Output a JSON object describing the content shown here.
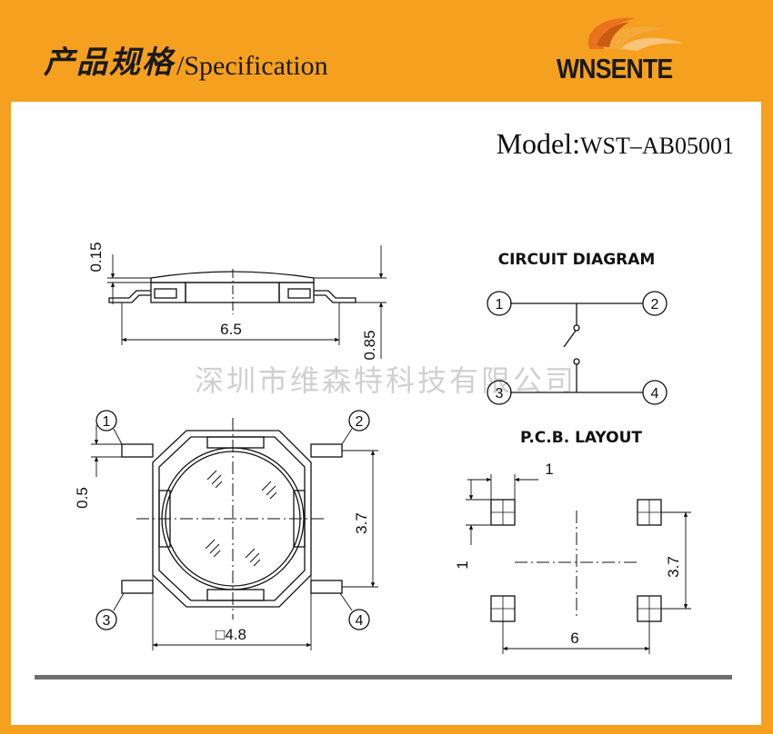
{
  "header": {
    "title_cn": "产品规格",
    "title_en": "/Specification"
  },
  "logo": {
    "text": "WNSENTE",
    "colors": [
      "#e8731c",
      "#f4a93a",
      "#c85a12"
    ]
  },
  "model": {
    "label": "Model:",
    "value": "WST–AB05001"
  },
  "watermark": "深圳市维森特科技有限公司",
  "side_view": {
    "dim_thickness": "0.15",
    "dim_width": "6.5",
    "dim_height": "0.85"
  },
  "top_view": {
    "pins": [
      "1",
      "2",
      "3",
      "4"
    ],
    "dim_lead": "0.5",
    "dim_pitch": "3.7",
    "dim_body": "□4.8"
  },
  "circuit": {
    "title": "CIRCUIT DIAGRAM",
    "pins": [
      "1",
      "2",
      "3",
      "4"
    ]
  },
  "pcb": {
    "title": "P.C.B. LAYOUT",
    "dim_pad_w": "1",
    "dim_pad_h": "1",
    "dim_pitch_v": "3.7",
    "dim_pitch_h": "6"
  },
  "colors": {
    "background": "#f5a01e",
    "panel": "#ffffff",
    "rule": "#6e6e6e"
  }
}
